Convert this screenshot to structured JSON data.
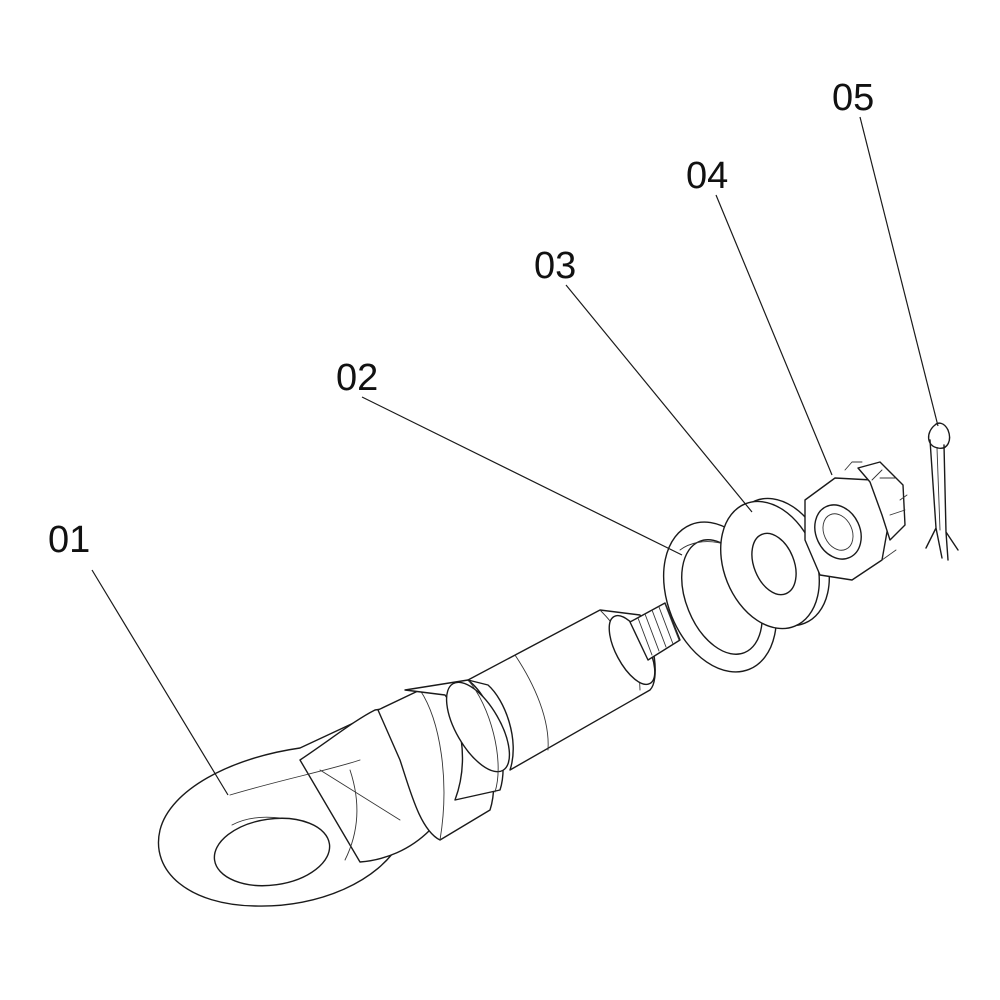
{
  "callouts": [
    {
      "id": "01",
      "label": "01"
    },
    {
      "id": "02",
      "label": "02"
    },
    {
      "id": "03",
      "label": "03"
    },
    {
      "id": "04",
      "label": "04"
    },
    {
      "id": "05",
      "label": "05"
    }
  ]
}
